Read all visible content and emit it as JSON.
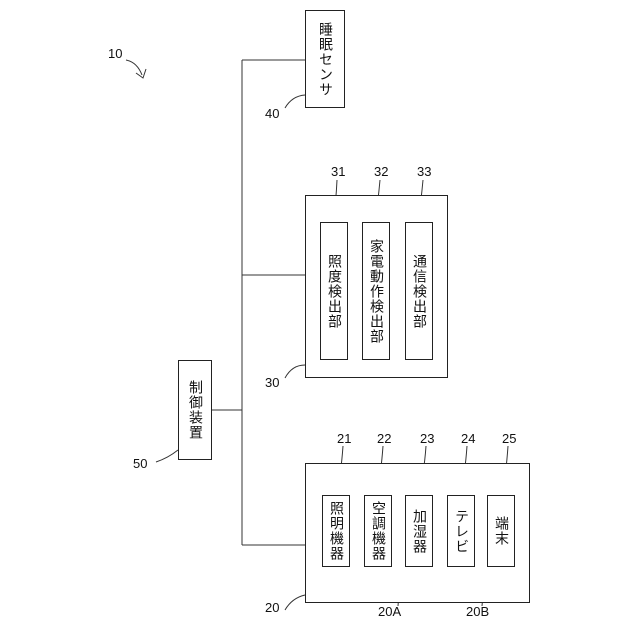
{
  "figure": {
    "system_ref": "10",
    "sleep_sensor": {
      "ref": "40",
      "label": "睡眠センサ"
    },
    "detection": {
      "ref": "30",
      "units": [
        {
          "ref": "31",
          "label": "照度検出部"
        },
        {
          "ref": "32",
          "label": "家電動作検出部"
        },
        {
          "ref": "33",
          "label": "通信検出部"
        }
      ]
    },
    "controller": {
      "ref": "50",
      "label": "制御装置"
    },
    "appliances": {
      "ref": "20",
      "group_a": {
        "ref": "20A",
        "items": [
          {
            "ref": "21",
            "label": "照明機器"
          },
          {
            "ref": "22",
            "label": "空調機器"
          },
          {
            "ref": "23",
            "label": "加湿器"
          }
        ]
      },
      "group_b": {
        "ref": "20B",
        "items": [
          {
            "ref": "24",
            "label": "テレビ"
          },
          {
            "ref": "25",
            "label": "端末"
          }
        ]
      }
    }
  }
}
